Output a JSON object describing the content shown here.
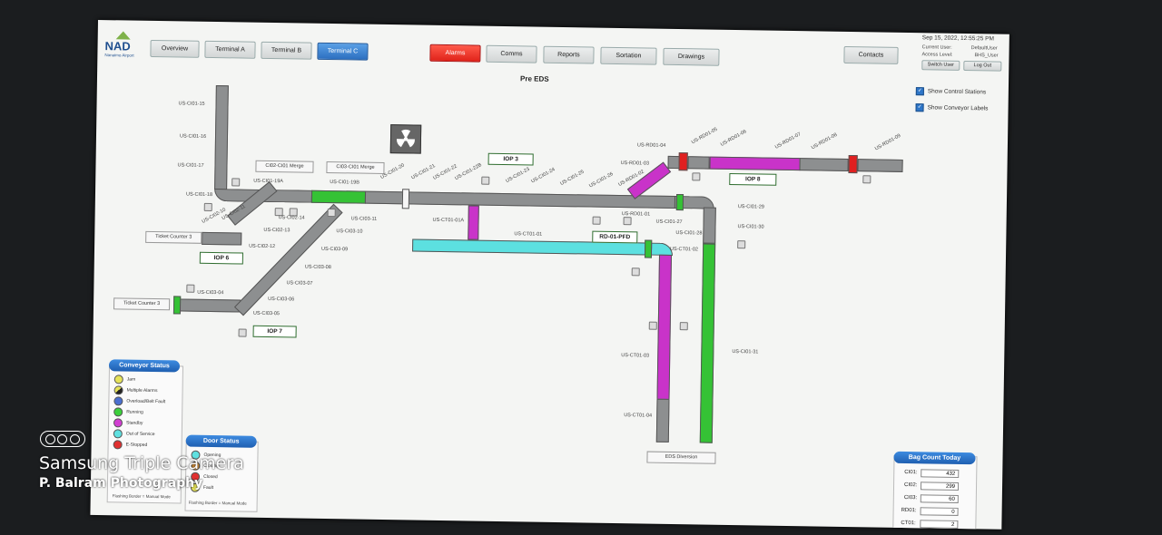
{
  "header": {
    "logo_text": "NAD",
    "logo_sub": "Nanaimo Airport",
    "tabs": [
      {
        "label": "Overview"
      },
      {
        "label": "Terminal A"
      },
      {
        "label": "Terminal B"
      },
      {
        "label": "Terminal C",
        "active": true
      }
    ],
    "menu": [
      {
        "label": "Alarms",
        "state": "alarm"
      },
      {
        "label": "Comms"
      },
      {
        "label": "Reports"
      },
      {
        "label": "Sortation"
      },
      {
        "label": "Drawings"
      }
    ],
    "contacts_label": "Contacts",
    "datetime": "Sep 15, 2022, 12:55:25 PM",
    "current_user_label": "Current User:",
    "current_user_value": "DefaultUser",
    "access_level_label": "Access Level:",
    "access_level_value": "BHS_User",
    "switch_user_label": "Switch User",
    "logout_label": "Log Out"
  },
  "view_title": "Pre EDS",
  "options": {
    "show_control_stations": "Show Control Stations",
    "show_conveyor_labels": "Show Conveyor Labels"
  },
  "areas": {
    "iop3": "IOP 3",
    "iop6": "IOP 6",
    "iop7": "IOP 7",
    "iop8": "IOP 8",
    "rd_pfd": "RD-01-PFD",
    "ci02_merge": "CI02-CI01 Merge",
    "ci03_merge": "CI03-CI01 Merge",
    "ticket3a": "Ticket Counter 3",
    "ticket3b": "Ticket Counter 3",
    "eds_diversion": "EDS Diversion"
  },
  "labels": {
    "ci01_15": "US-CI01-15",
    "ci01_16": "US-CI01-16",
    "ci01_17": "US-CI01-17",
    "ci01_18": "US-CI01-18",
    "ci01_19a": "US-CI01-19A",
    "ci01_19b": "US-CI01-19B",
    "ci01_20": "US-CI01-20",
    "ci01_21": "US-CI01-21",
    "ci01_22": "US-CI01-22",
    "ci01_22b": "US-CI01-22B",
    "ci01_23": "US-CI01-23",
    "ci01_24": "US-CI01-24",
    "ci01_25": "US-CI01-25",
    "ci01_26": "US-CI01-26",
    "ci01_27": "US-CI01-27",
    "ci01_28": "US-CI01-28",
    "ci01_29": "US-CI01-29",
    "ci01_30": "US-CI01-30",
    "ci01_31": "US-CI01-31",
    "ci02_10": "US-CI02-10",
    "ci02_11": "US-CI02-11",
    "ci02_12": "US-CI02-12",
    "ci02_13": "US-CI02-13",
    "ci02_14": "US-CI02-14",
    "ci03_04": "US-CI03-04",
    "ci03_05": "US-CI03-05",
    "ci03_06": "US-CI03-06",
    "ci03_07": "US-CI03-07",
    "ci03_08": "US-CI03-08",
    "ci03_09": "US-CI03-09",
    "ci03_10": "US-CI03-10",
    "ci03_11": "US-CI03-11",
    "ct01_01": "US-CT01-01",
    "ct01_01a": "US-CT01-01A",
    "ct01_02": "US-CT01-02",
    "ct01_03": "US-CT01-03",
    "ct01_04": "US-CT01-04",
    "rd01_01": "US-RD01-01",
    "rd01_02": "US-RD01-02",
    "rd01_03": "US-RD01-03",
    "rd01_04": "US-RD01-04",
    "rd01_05": "US-RD01-05",
    "rd01_06": "US-RD01-06",
    "rd01_07": "US-RD01-07",
    "rd01_08": "US-RD01-08",
    "rd01_09": "US-RD01-09"
  },
  "conveyor_status": {
    "title": "Conveyor Status",
    "items": [
      {
        "label": "Jam",
        "color": "#e6e35a"
      },
      {
        "label": "Multiple Alarms",
        "color": "#222222"
      },
      {
        "label": "Overload/Belt Fault",
        "color": "#4a6fd0"
      },
      {
        "label": "Running",
        "color": "#3ccf3c"
      },
      {
        "label": "Standby",
        "color": "#d13ed1"
      },
      {
        "label": "Out of Service",
        "color": "#5fe0e0"
      },
      {
        "label": "E-Stopped",
        "color": "#e03030"
      }
    ],
    "footer": "Flashing Border = Manual Mode"
  },
  "door_status": {
    "title": "Door Status",
    "items": [
      {
        "label": "Opening",
        "color": "#5fe0e0"
      },
      {
        "label": "Closing",
        "color": "#e0963a"
      },
      {
        "label": "Closed",
        "color": "#e03030"
      },
      {
        "label": "Fault",
        "color": "#e6e35a"
      }
    ],
    "footer": "Flashing Border = Manual Mode"
  },
  "bag_count": {
    "title": "Bag Count Today",
    "rows": [
      {
        "label": "CI01:",
        "value": "432"
      },
      {
        "label": "CI02:",
        "value": "299"
      },
      {
        "label": "CI03:",
        "value": "60"
      },
      {
        "label": "RD01:",
        "value": "0"
      },
      {
        "label": "CT01:",
        "value": "2"
      }
    ]
  },
  "watermark": {
    "line1": "Samsung Triple Camera",
    "line2": "P. Balram Photography"
  },
  "colors": {
    "running": "#35c235",
    "standby": "#c933c9",
    "out_of_service": "#5ce0e0",
    "idle": "#8d8f90",
    "estop": "#e02020"
  }
}
